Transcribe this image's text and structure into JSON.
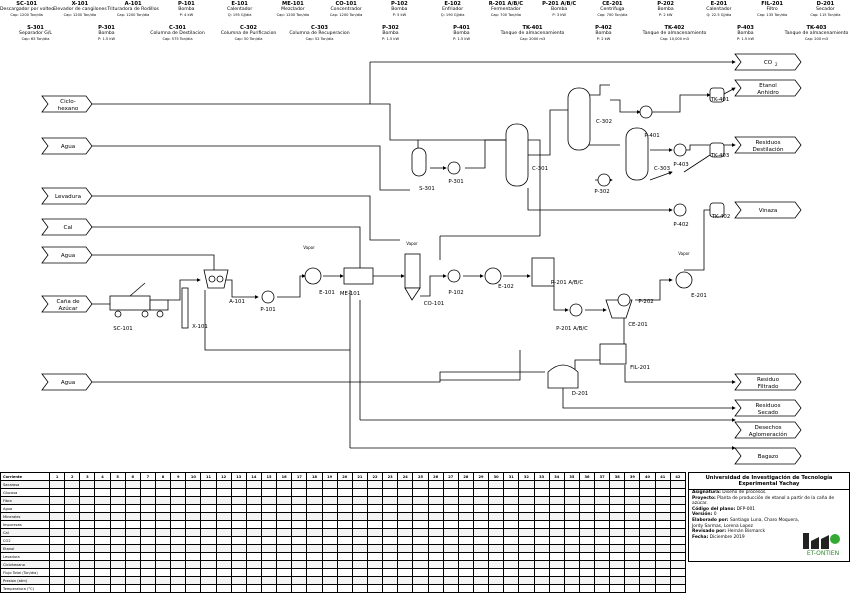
{
  "equipment_header_top": [
    {
      "tag": "SC-101",
      "name": "Descargador por volteo",
      "spec": "Cap: 1200 Ton/dia"
    },
    {
      "tag": "X-101",
      "name": "Elevador de cangilones",
      "spec": "Cap: 1200 Ton/dia"
    },
    {
      "tag": "A-101",
      "name": "Trituradora de Rodillos",
      "spec": "Cap: 1200 Ton/dia"
    },
    {
      "tag": "P-101",
      "name": "Bomba",
      "spec": "P: 4 kW"
    },
    {
      "tag": "E-101",
      "name": "Calentador",
      "spec": "Q: 195 GJ/dia"
    },
    {
      "tag": "ME-101",
      "name": "Mezclador",
      "spec": "Cap: 1200 Ton/dia"
    },
    {
      "tag": "CO-101",
      "name": "Concentrador",
      "spec": "Cap: 1200 Ton/dia"
    },
    {
      "tag": "P-102",
      "name": "Bomba",
      "spec": "P: 5 kW"
    },
    {
      "tag": "E-102",
      "name": "Enfriador",
      "spec": "Q: 190 GJ/dia"
    },
    {
      "tag": "R-201 A/B/C",
      "name": "Fermentador",
      "spec": "Cap: 700 Ton/dia"
    },
    {
      "tag": "P-201 A/B/C",
      "name": "Bomba",
      "spec": "P: 3 kW"
    },
    {
      "tag": "CE-201",
      "name": "Centrifuga",
      "spec": "Cap: 700 Ton/dia"
    },
    {
      "tag": "P-202",
      "name": "Bomba",
      "spec": "P: 2 kW"
    },
    {
      "tag": "E-201",
      "name": "Calentador",
      "spec": "Q: 22.5 GJ/dia"
    },
    {
      "tag": "FIL-201",
      "name": "Filtro",
      "spec": "Cap: 135 Ton/dia"
    },
    {
      "tag": "D-201",
      "name": "Secador",
      "spec": "Cap: 115 Ton/dia"
    }
  ],
  "equipment_header_bottom": [
    {
      "tag": "S-301",
      "name": "Separador G/L",
      "spec": "Cap: 65 Ton/dia"
    },
    {
      "tag": "P-301",
      "name": "Bomba",
      "spec": "P: 1.5 kW"
    },
    {
      "tag": "C-301",
      "name": "Columna de Destilacion",
      "spec": "Cap: 575 Ton/dia"
    },
    {
      "tag": "C-302",
      "name": "Columna de Purificacion",
      "spec": "Cap: 50 Ton/dia"
    },
    {
      "tag": "C-303",
      "name": "Columna de Recuperacion",
      "spec": "Cap: 52 Ton/dia"
    },
    {
      "tag": "P-302",
      "name": "Bomba",
      "spec": "P: 1.5 kW"
    },
    {
      "tag": "P-401",
      "name": "Bomba",
      "spec": "P: 1.5 kW"
    },
    {
      "tag": "TK-401",
      "name": "Tanque de almacenamiento",
      "spec": "Cap: 2000 m3"
    },
    {
      "tag": "P-402",
      "name": "Bomba",
      "spec": "P: 2 kW"
    },
    {
      "tag": "TK-402",
      "name": "Tanque de almacenamiento",
      "spec": "Cap: 10,000 m3"
    },
    {
      "tag": "P-403",
      "name": "Bomba",
      "spec": "P: 1.5 kW"
    },
    {
      "tag": "TK-403",
      "name": "Tanque de almacenamiento",
      "spec": "Cap: 200 m3"
    }
  ],
  "inputs": [
    "Ciclo-hexano",
    "Agua",
    "Levadura",
    "Cal",
    "Agua",
    "Caña de Azúcar",
    "Agua"
  ],
  "outputs": [
    "CO2",
    "Etanol Anhidro",
    "Residuos Destilación",
    "Vinaza",
    "Residuo Filtrado",
    "Residuos Secado",
    "Desechos Aglomeración",
    "Bagazo"
  ],
  "equipment_labels": {
    "sc101": "SC-101",
    "x101": "X-101",
    "a101": "A-101",
    "p101": "P-101",
    "e101": "E-101",
    "me101": "ME-101",
    "co101": "CO-101",
    "p102": "P-102",
    "e102": "E-102",
    "r201": "R-201 A/B/C",
    "p201": "P-201 A/B/C",
    "ce201": "CE-201",
    "p202": "P-202",
    "e201": "E-201",
    "fil201": "FIL-201",
    "d201": "D-201",
    "s301": "S-301",
    "p301": "P-301",
    "c301": "C-301",
    "c302": "C-302",
    "c303": "C-303",
    "p302": "P-302",
    "p401": "P-401",
    "tk401": "TK-401",
    "p402": "P-402",
    "tk402": "TK-402",
    "p403": "P-403",
    "tk403": "TK-403",
    "vapor": "Vapor",
    "co2sub": "2"
  },
  "table": {
    "header_label": "Corriente",
    "rows": [
      "Sacarosa",
      "Glucosa",
      "Fibra",
      "Agua",
      "Minerales",
      "Impurezas",
      "Cal",
      "CO2",
      "Etanol",
      "Levadura",
      "Ciclohexano",
      "Flujo Total (Ton/dia)",
      "Presion (atm)",
      "Temperatura (°C)"
    ],
    "columns": [
      "1",
      "2",
      "3",
      "4",
      "5",
      "6",
      "7",
      "8",
      "9",
      "10",
      "11",
      "12",
      "13",
      "14",
      "15",
      "16",
      "17",
      "18",
      "19",
      "20",
      "21",
      "22",
      "23",
      "24",
      "25",
      "26",
      "27",
      "28",
      "29",
      "30",
      "31",
      "32",
      "33",
      "34",
      "35",
      "36",
      "37",
      "38",
      "39",
      "40",
      "41",
      "42"
    ]
  },
  "title_block": {
    "university": "Universidad de Investigación de Tecnología Experimental Yachay",
    "asignatura_label": "Asignatura:",
    "asignatura": "Diseño de procesos.",
    "proyecto_label": "Proyecto:",
    "proyecto": "Planta de producción de etanol a partir de la caña de azúcar.",
    "codigo_label": "Código del plano:",
    "codigo": "DFP-001",
    "version_label": "Versión:",
    "version": "0",
    "elaborado_label": "Elaborado por:",
    "elaborado": "Santiago Luna, Charo Moquera, Jordy Sarmas, Lorena Lopez",
    "revisado_label": "Revisado por:",
    "revisado": "Hernán Bismarck",
    "fecha_label": "Fecha:",
    "fecha": "Diciembre 2019",
    "logo_text": "ET-ONTIEN"
  }
}
